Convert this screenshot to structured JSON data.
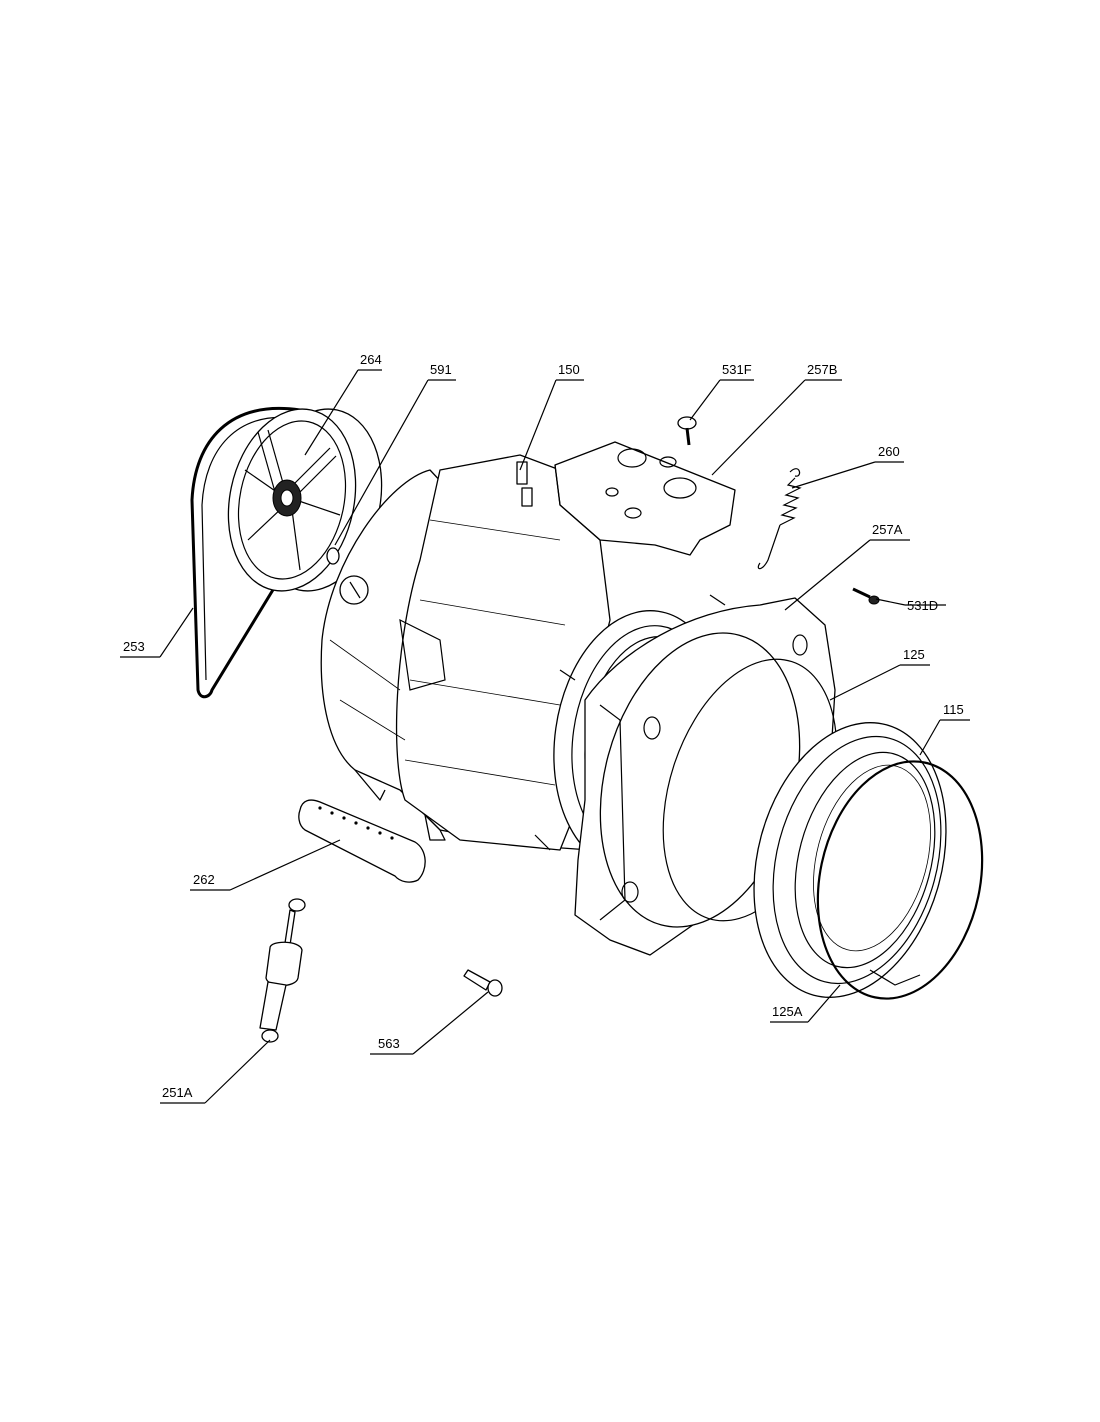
{
  "callouts": [
    {
      "id": "264",
      "label": "264"
    },
    {
      "id": "591",
      "label": "591"
    },
    {
      "id": "150",
      "label": "150"
    },
    {
      "id": "531F",
      "label": "531F"
    },
    {
      "id": "257B",
      "label": "257B"
    },
    {
      "id": "260",
      "label": "260"
    },
    {
      "id": "257A",
      "label": "257A"
    },
    {
      "id": "531D",
      "label": "531D"
    },
    {
      "id": "125",
      "label": "125"
    },
    {
      "id": "115",
      "label": "115"
    },
    {
      "id": "253",
      "label": "253"
    },
    {
      "id": "262",
      "label": "262"
    },
    {
      "id": "251A",
      "label": "251A"
    },
    {
      "id": "563",
      "label": "563"
    },
    {
      "id": "125A",
      "label": "125A"
    }
  ]
}
